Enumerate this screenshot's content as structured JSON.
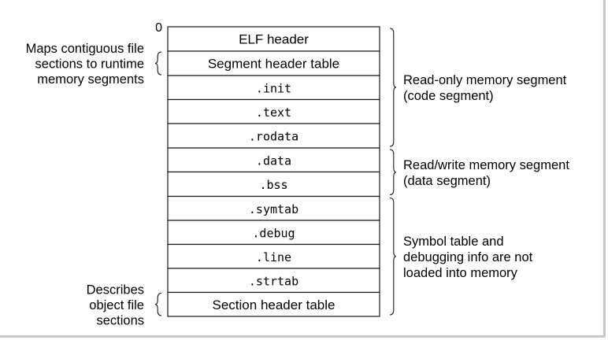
{
  "origin_label": "0",
  "sections": [
    {
      "label": "ELF header",
      "mono": false
    },
    {
      "label": "Segment header table",
      "mono": false
    },
    {
      "label": ".init",
      "mono": true
    },
    {
      "label": ".text",
      "mono": true
    },
    {
      "label": ".rodata",
      "mono": true
    },
    {
      "label": ".data",
      "mono": true
    },
    {
      "label": ".bss",
      "mono": true
    },
    {
      "label": ".symtab",
      "mono": true
    },
    {
      "label": ".debug",
      "mono": true
    },
    {
      "label": ".line",
      "mono": true
    },
    {
      "label": ".strtab",
      "mono": true
    },
    {
      "label": "Section header table",
      "mono": false
    }
  ],
  "left_notes": [
    {
      "lines": [
        "Maps contiguous file",
        "sections to runtime",
        "memory segments"
      ],
      "brace_section": 1
    },
    {
      "lines": [
        "Describes",
        "object file",
        "sections"
      ],
      "brace_section": 11
    }
  ],
  "right_groups": [
    {
      "lines": [
        "Read-only memory segment",
        "(code segment)"
      ],
      "from_section": 0,
      "to_section": 4
    },
    {
      "lines": [
        "Read/write memory segment",
        "(data segment)"
      ],
      "from_section": 5,
      "to_section": 6
    },
    {
      "lines": [
        "Symbol table and",
        "debugging info are not",
        "loaded into memory"
      ],
      "from_section": 7,
      "to_section": 11
    }
  ]
}
